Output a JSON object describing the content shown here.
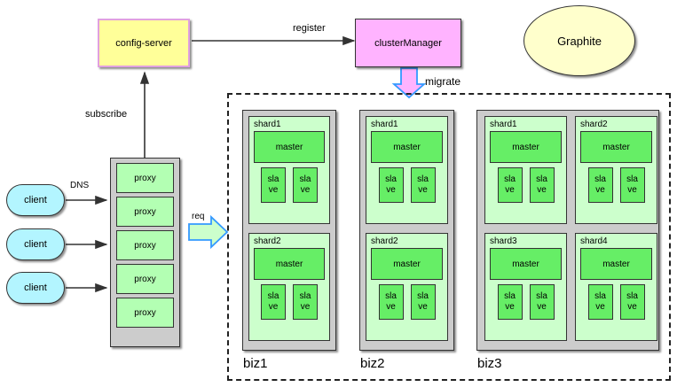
{
  "nodes": {
    "config_server": "config-server",
    "cluster_manager": "clusterManager",
    "graphite": "Graphite",
    "proxy_label": "proxy",
    "client_label": "client",
    "master_label": "master",
    "slave_label": "sla\nve"
  },
  "edges": {
    "register": "register",
    "subscribe": "subscribe",
    "migrate": "migrate",
    "dns": "DNS",
    "req": "req"
  },
  "clients": [
    {
      "label": "client"
    },
    {
      "label": "client"
    },
    {
      "label": "client"
    }
  ],
  "proxies": [
    {
      "label": "proxy"
    },
    {
      "label": "proxy"
    },
    {
      "label": "proxy"
    },
    {
      "label": "proxy"
    },
    {
      "label": "proxy"
    }
  ],
  "bizes": [
    {
      "name": "biz1",
      "layout": "column",
      "shards": [
        {
          "name": "shard1",
          "master": "master",
          "slaves": [
            "sla ve",
            "sla ve"
          ]
        },
        {
          "name": "shard2",
          "master": "master",
          "slaves": [
            "sla ve",
            "sla ve"
          ]
        }
      ]
    },
    {
      "name": "biz2",
      "layout": "column",
      "shards": [
        {
          "name": "shard1",
          "master": "master",
          "slaves": [
            "sla ve",
            "sla ve"
          ]
        },
        {
          "name": "shard2",
          "master": "master",
          "slaves": [
            "sla ve",
            "sla ve"
          ]
        }
      ]
    },
    {
      "name": "biz3",
      "layout": "grid-2x2",
      "shards": [
        {
          "name": "shard1",
          "master": "master",
          "slaves": [
            "sla ve",
            "sla ve"
          ]
        },
        {
          "name": "shard2",
          "master": "master",
          "slaves": [
            "sla ve",
            "sla ve"
          ]
        },
        {
          "name": "shard3",
          "master": "master",
          "slaves": [
            "sla ve",
            "sla ve"
          ]
        },
        {
          "name": "shard4",
          "master": "master",
          "slaves": [
            "sla ve",
            "sla ve"
          ]
        }
      ]
    }
  ],
  "colors": {
    "config_server_fill": "#ffff99",
    "config_server_border": "#e0a0e0",
    "cluster_manager_fill": "#ffb3ff",
    "graphite_fill": "#ffffcc",
    "client_fill": "#b3f5ff",
    "proxy_fill": "#b3ffb3",
    "rack_fill": "#cccccc",
    "shard_fill": "#ccffcc",
    "node_fill": "#66ee66",
    "arrow_outline": "#3399ff",
    "line": "#333333"
  }
}
